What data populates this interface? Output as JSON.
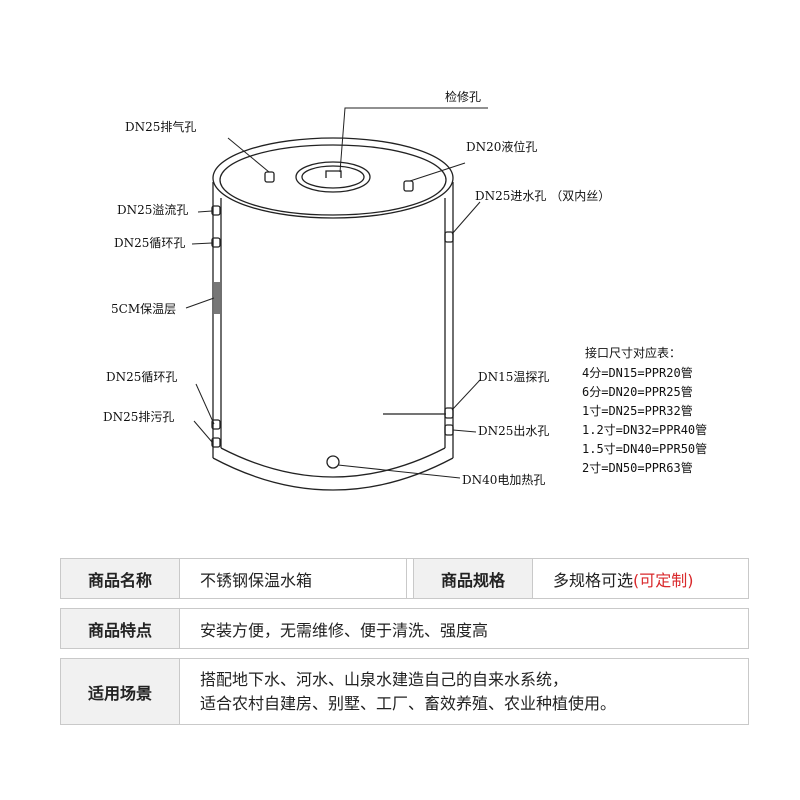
{
  "diagram": {
    "labels": {
      "inspection_hole": "检修孔",
      "vent_hole": "DN25排气孔",
      "level_hole": "DN20液位孔",
      "overflow_hole": "DN25溢流孔",
      "inlet_hole": "DN25进水孔 （双内丝）",
      "circulation_hole_top": "DN25循环孔",
      "insulation_layer": "5CM保温层",
      "circulation_hole_bottom": "DN25循环孔",
      "temp_probe_hole": "DN15温探孔",
      "drain_hole": "DN25排污孔",
      "outlet_hole": "DN25出水孔",
      "heater_hole": "DN40电加热孔"
    },
    "size_table": {
      "title": "接口尺寸对应表：",
      "rows": [
        "4分=DN15=PPR20管",
        "6分=DN20=PPR25管",
        "1寸=DN25=PPR32管",
        "1.2寸=DN32=PPR40管",
        "1.5寸=DN40=PPR50管",
        "2寸=DN50=PPR63管"
      ]
    }
  },
  "specs": {
    "name_label": "商品名称",
    "name_value": "不锈钢保温水箱",
    "spec_label": "商品规格",
    "spec_value_main": "多规格可选",
    "spec_value_highlight": "(可定制)",
    "feature_label": "商品特点",
    "feature_value": "安装方便，无需维修、便于清洗、强度高",
    "scene_label": "适用场景",
    "scene_value_line1": "搭配地下水、河水、山泉水建造自己的自来水系统，",
    "scene_value_line2": "适合农村自建房、别墅、工厂、畜效养殖、农业种植使用。"
  },
  "colors": {
    "highlight": "#d9292c",
    "label_bg": "#f1f1f1",
    "border": "#c9c9c9"
  }
}
